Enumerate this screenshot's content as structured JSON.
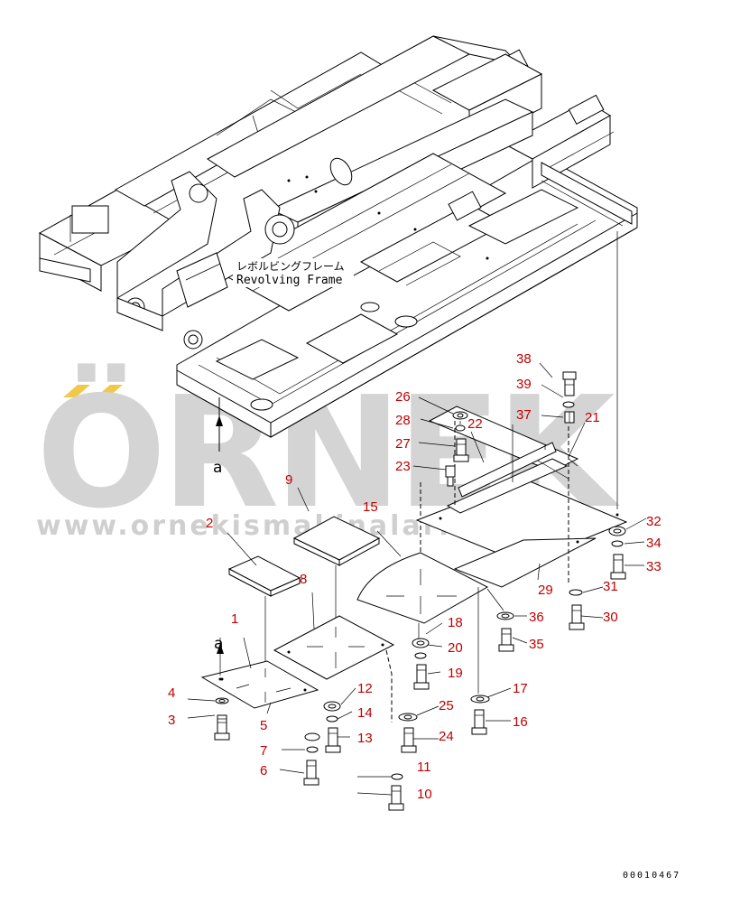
{
  "watermark": {
    "logo": "ÖRNEK",
    "url": "www.ornekismakinalari.com.tr"
  },
  "frame_label": {
    "japanese": "レボルビングフレーム",
    "english": "Revolving Frame"
  },
  "view_letter": "a",
  "drawing_code": "00010467",
  "callouts": [
    "1",
    "2",
    "3",
    "4",
    "5",
    "6",
    "7",
    "8",
    "9",
    "10",
    "11",
    "12",
    "13",
    "14",
    "15",
    "16",
    "17",
    "18",
    "19",
    "20",
    "21",
    "22",
    "23",
    "24",
    "25",
    "26",
    "27",
    "28",
    "29",
    "30",
    "31",
    "32",
    "33",
    "34",
    "35",
    "36",
    "37",
    "38",
    "39"
  ]
}
